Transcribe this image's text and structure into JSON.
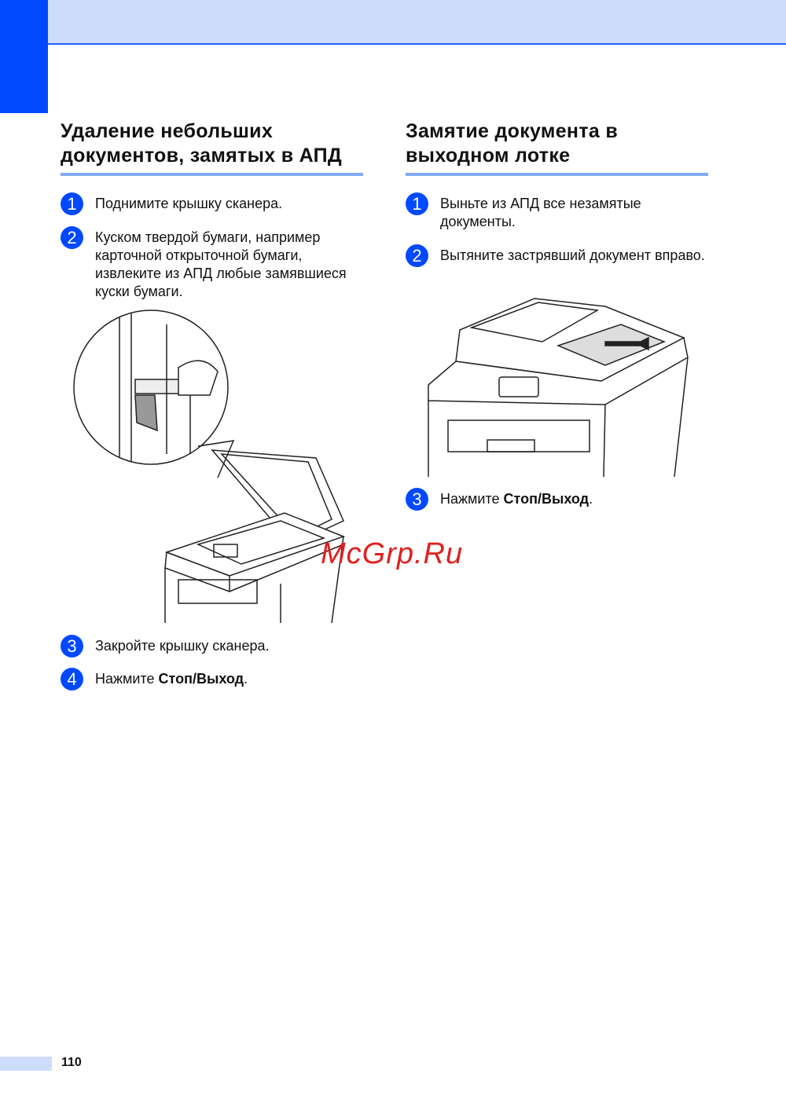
{
  "left_section": {
    "title_line1": "Удаление небольших",
    "title_line2": "документов, замятых в АПД",
    "steps": [
      {
        "num": "1",
        "text": "Поднимите крышку сканера."
      },
      {
        "num": "2",
        "text": "Куском твердой бумаги, например карточной открыточной бумаги, извлеките из АПД любые замявшиеся куски бумаги."
      },
      {
        "num": "3",
        "text": "Закройте крышку сканера."
      },
      {
        "num": "4",
        "text_prefix": "Нажмите ",
        "text_bold": "Стоп/Выход",
        "text_suffix": "."
      }
    ]
  },
  "right_section": {
    "title_line1": "Замятие документа в",
    "title_line2": "выходном лотке",
    "steps": [
      {
        "num": "1",
        "text": "Выньте из АПД все незамятые документы."
      },
      {
        "num": "2",
        "text": "Вытяните застрявший документ вправо."
      },
      {
        "num": "3",
        "text_prefix": "Нажмите ",
        "text_bold": "Стоп/Выход",
        "text_suffix": "."
      }
    ]
  },
  "watermark": "McGrp.Ru",
  "page_number": "110",
  "colors": {
    "accent": "#0049ff",
    "band": "#cddcfb",
    "underline": "#83a8f6",
    "watermark": "#e0201f"
  }
}
